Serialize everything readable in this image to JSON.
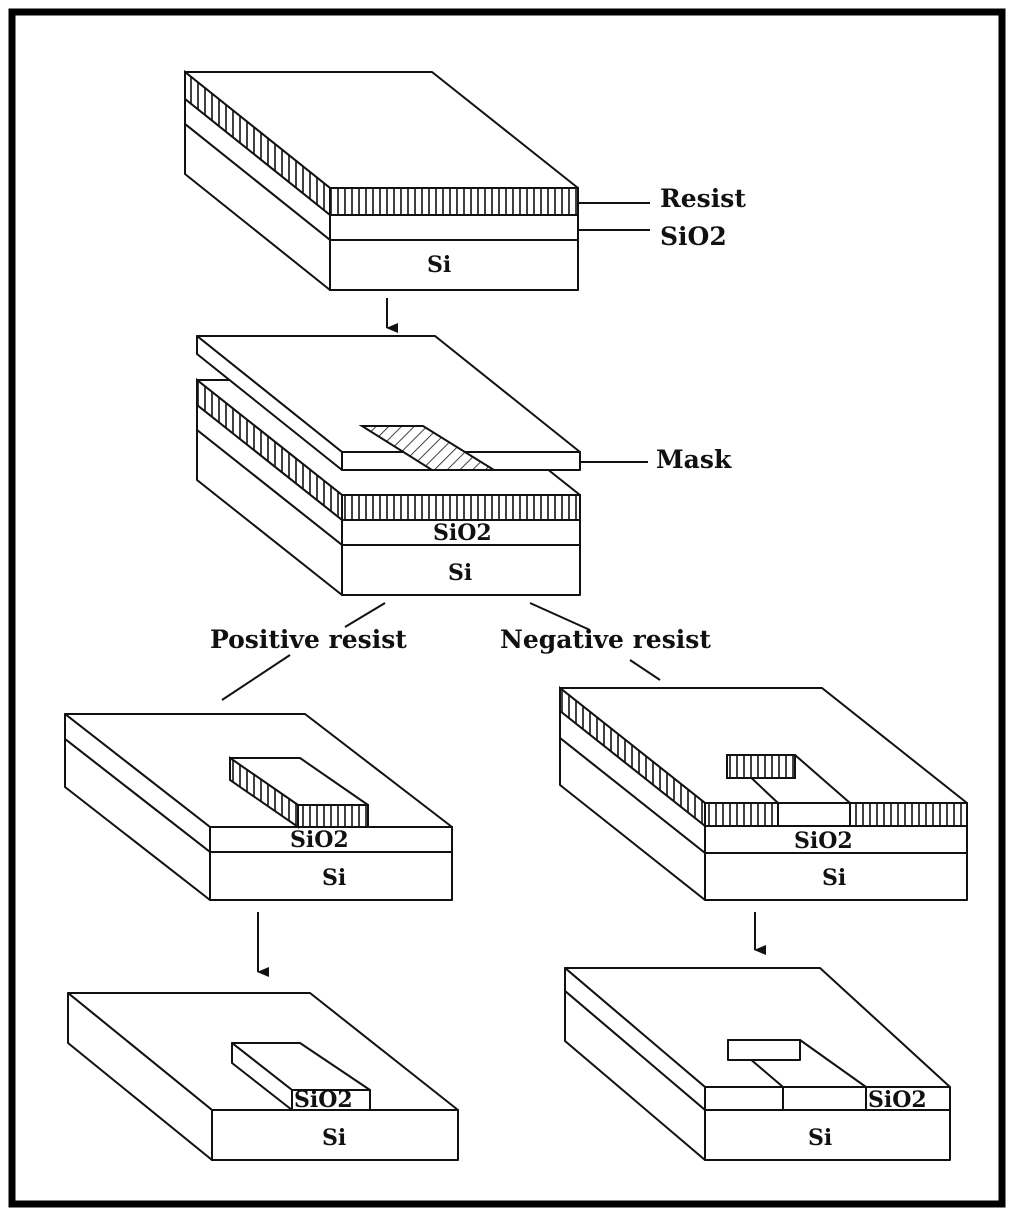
{
  "labels": {
    "resist": "Resist",
    "sio2": "SiO2",
    "mask": "Mask",
    "si": "Si",
    "positive_resist": "Positive resist",
    "negative_resist": "Negative resist"
  }
}
